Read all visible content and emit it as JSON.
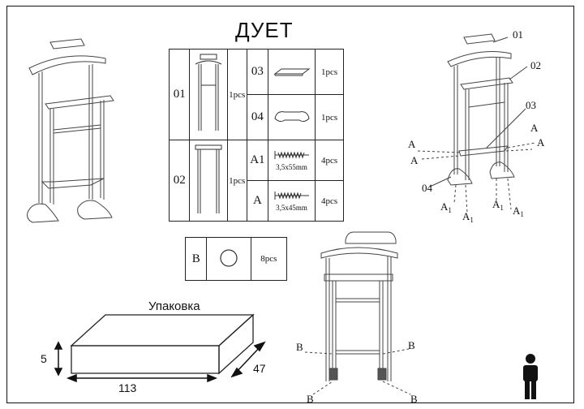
{
  "title": "ДУЕТ",
  "parts": [
    {
      "code": "01",
      "qty": "1pcs"
    },
    {
      "code": "02",
      "qty": "1pcs"
    },
    {
      "code": "03",
      "qty": "1pcs"
    },
    {
      "code": "04",
      "qty": "1pcs"
    },
    {
      "code": "A1",
      "qty": "4pcs",
      "size": "3,5x55mm"
    },
    {
      "code": "A",
      "qty": "4pcs",
      "size": "3,5x45mm"
    },
    {
      "code": "B",
      "qty": "8pcs"
    }
  ],
  "package": {
    "label": "Упаковка",
    "height": "5",
    "length": "113",
    "width": "47"
  },
  "callouts": {
    "part01": "01",
    "part02": "02",
    "part03": "03",
    "part04": "04",
    "screw_a": "A",
    "screw_a1_base": "A",
    "screw_a1_sub": "1",
    "screw_b": "B"
  }
}
